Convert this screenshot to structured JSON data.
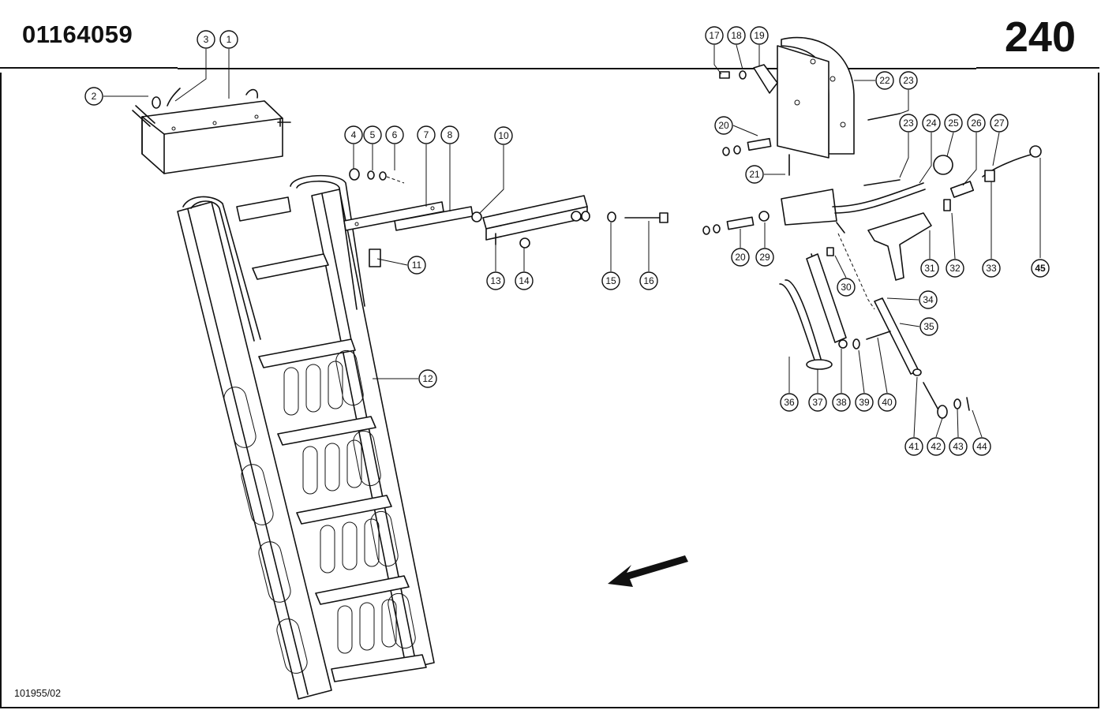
{
  "header": {
    "doc_number": "01164059",
    "page_number": "240"
  },
  "footer": {
    "ref_code": "101955/02"
  },
  "direction_arrow_icon": "arrow-down-left-icon",
  "callouts": [
    "1",
    "2",
    "3",
    "4",
    "5",
    "6",
    "7",
    "8",
    "10",
    "11",
    "12",
    "13",
    "14",
    "15",
    "16",
    "17",
    "18",
    "19",
    "20",
    "20",
    "21",
    "22",
    "23",
    "23",
    "24",
    "25",
    "26",
    "27",
    "29",
    "30",
    "31",
    "32",
    "33",
    "34",
    "35",
    "36",
    "37",
    "38",
    "39",
    "40",
    "41",
    "42",
    "43",
    "44",
    "45"
  ]
}
